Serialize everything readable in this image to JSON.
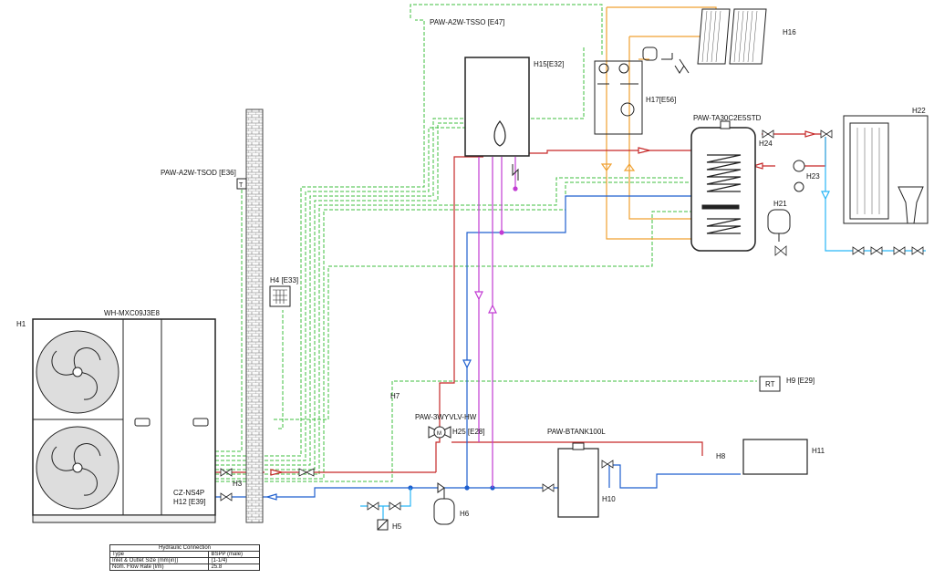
{
  "colors": {
    "control_wire": "#3fbf3f",
    "flow_hot": "#c62828",
    "flow_cold": "#1e5fcf",
    "dhw_loop": "#c23bd3",
    "solar_loop": "#f0a030",
    "cold_water": "#29b6f6",
    "outline": "#222222"
  },
  "labels": {
    "h1": "H1",
    "wh_model": "WH-MXC09J3E8",
    "tsod": "PAW-A2W-TSOD [E36]",
    "tsso": "PAW-A2W-TSSO [E47]",
    "h15": "H15[E32]",
    "h16": "H16",
    "h17": "H17[E56]",
    "tank": "PAW-TA30C2E5STD",
    "h22": "H22",
    "h24": "H24",
    "h23": "H23",
    "h21": "H21",
    "h4": "H4 [E33]",
    "h9": "H9 [E29]",
    "rt": "RT",
    "h7": "H7",
    "valve3": "PAW-3WYVLV-HW",
    "h25": "H25 [E28]",
    "btank": "PAW-BTANK100L",
    "h11": "H11",
    "h8": "H8",
    "h3": "H3",
    "czns4p": "CZ-NS4P",
    "h12": "H12 [E39]",
    "h5": "H5",
    "h6": "H6",
    "h10": "H10",
    "t_sensor": "T",
    "motor": "M"
  },
  "hydraulic_table": {
    "title": "Hydraulic Connection",
    "rows": [
      {
        "key": "Type",
        "value": "BSPP (male)"
      },
      {
        "key": "Inlet & Outlet Size (mm(in))",
        "value": "(1-1/4)"
      },
      {
        "key": "Nom. Flow Rate (l/m)",
        "value": "25.8"
      }
    ]
  }
}
